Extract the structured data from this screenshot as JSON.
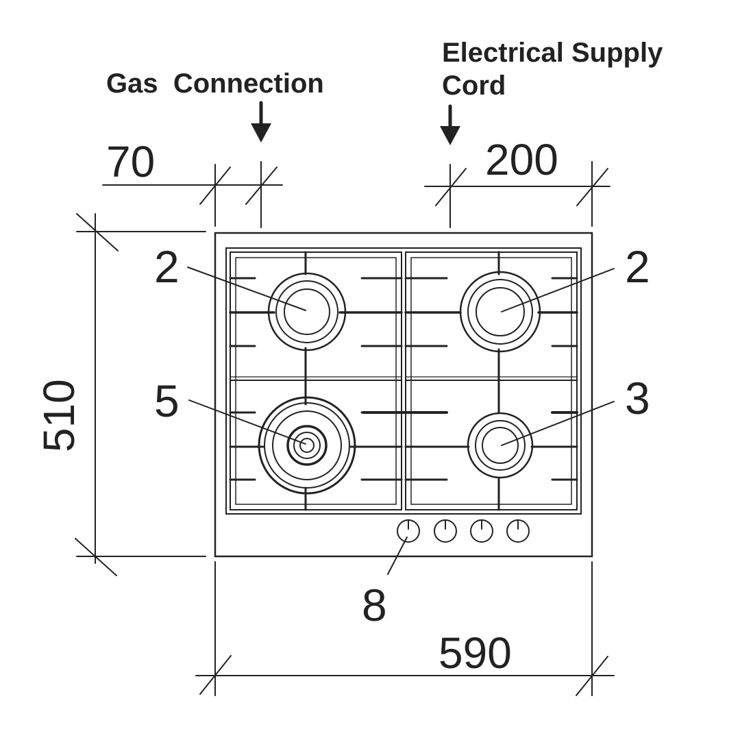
{
  "labels": {
    "gas_connection": "Gas  Connection",
    "electrical_line1": "Electrical Supply",
    "electrical_line2": "Cord"
  },
  "dimensions": {
    "gas_offset": "70",
    "electrical_offset": "200",
    "depth": "510",
    "width": "590"
  },
  "callouts": {
    "burner_top_left": "2",
    "burner_top_right": "2",
    "burner_bottom_left": "5",
    "burner_bottom_right": "3",
    "control_knobs": "8"
  },
  "colors": {
    "line": "#222222",
    "background": "#ffffff"
  }
}
